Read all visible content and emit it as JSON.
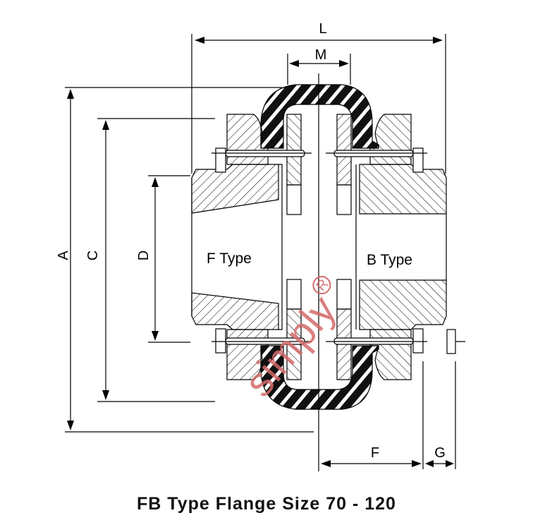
{
  "title": "FB Type Flange Size 70 - 120",
  "dimensions": {
    "L": "L",
    "M": "M",
    "A": "A",
    "C": "C",
    "D": "D",
    "F": "F",
    "G": "G"
  },
  "labels": {
    "f_type": "F Type",
    "b_type": "B Type"
  },
  "watermark": {
    "text": "simply",
    "mark": "R"
  },
  "colors": {
    "watermark": "#d46a6a",
    "line": "#000000"
  }
}
